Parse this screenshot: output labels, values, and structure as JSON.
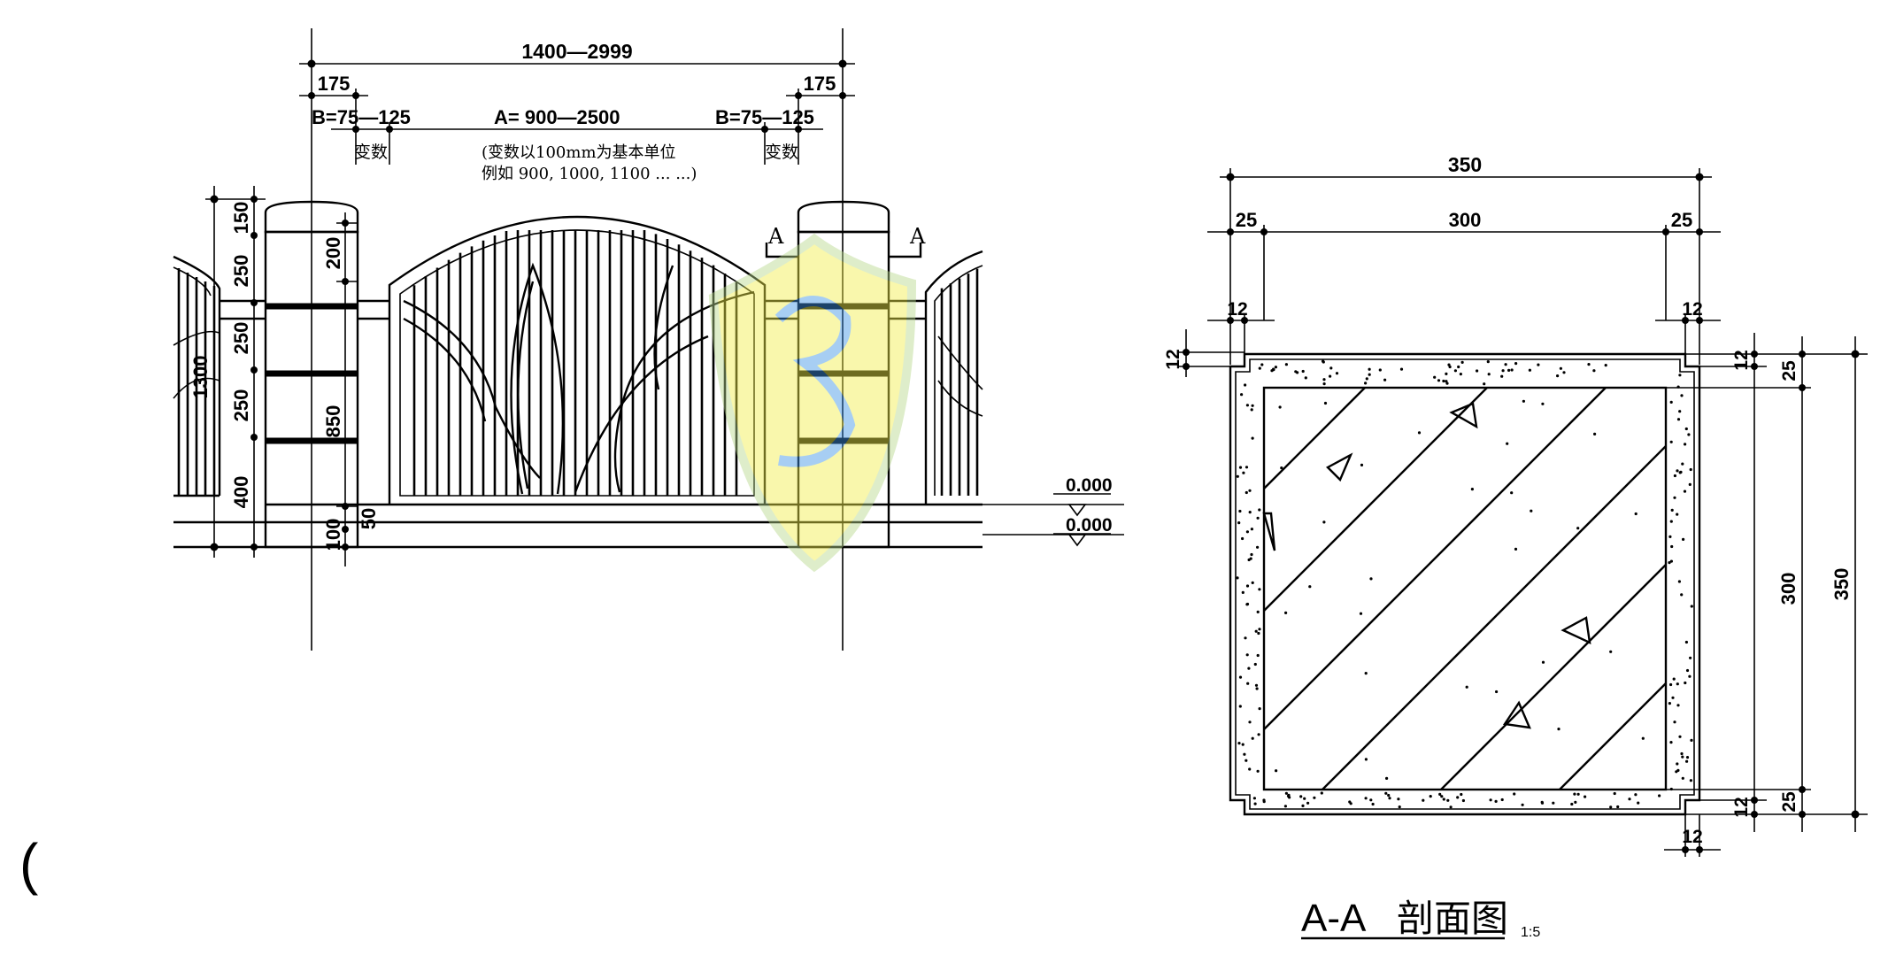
{
  "elevation": {
    "overall_width": "1400—2999",
    "left_pier_width": "175",
    "right_pier_width": "175",
    "left_gap": "B=75—125",
    "center_span": "A= 900—2500",
    "right_gap": "B=75—125",
    "variable_left": "变数",
    "variable_right": "变数",
    "note_line1": "(变数以100mm为基本单位",
    "note_line2": "例如 900, 1000, 1100 ... ...)",
    "dim_150": "150",
    "dim_250_a": "250",
    "dim_250_b": "250",
    "dim_250_c": "250",
    "dim_400": "400",
    "dim_1300": "1300",
    "dim_200": "200",
    "dim_850": "850",
    "dim_100": "100",
    "dim_50": "50",
    "level_upper": "0.000",
    "level_lower": "0.000",
    "section_mark_left": "A",
    "section_mark_right": "A"
  },
  "section": {
    "dim_overall_top": "350",
    "dim_inner_top": "300",
    "dim_left_25": "25",
    "dim_right_25": "25",
    "dim_left_12": "12",
    "dim_right_12": "12",
    "dim_side_12": "12",
    "dim_r_12_top": "12",
    "dim_r_25_top": "25",
    "dim_r_300": "300",
    "dim_r_350": "350",
    "dim_r_12_bottom": "12",
    "dim_r_25_bottom": "25",
    "dim_b_12": "12",
    "title": "A-A",
    "title_cn": "剖面图",
    "scale": "1:5"
  },
  "margin_mark": "("
}
